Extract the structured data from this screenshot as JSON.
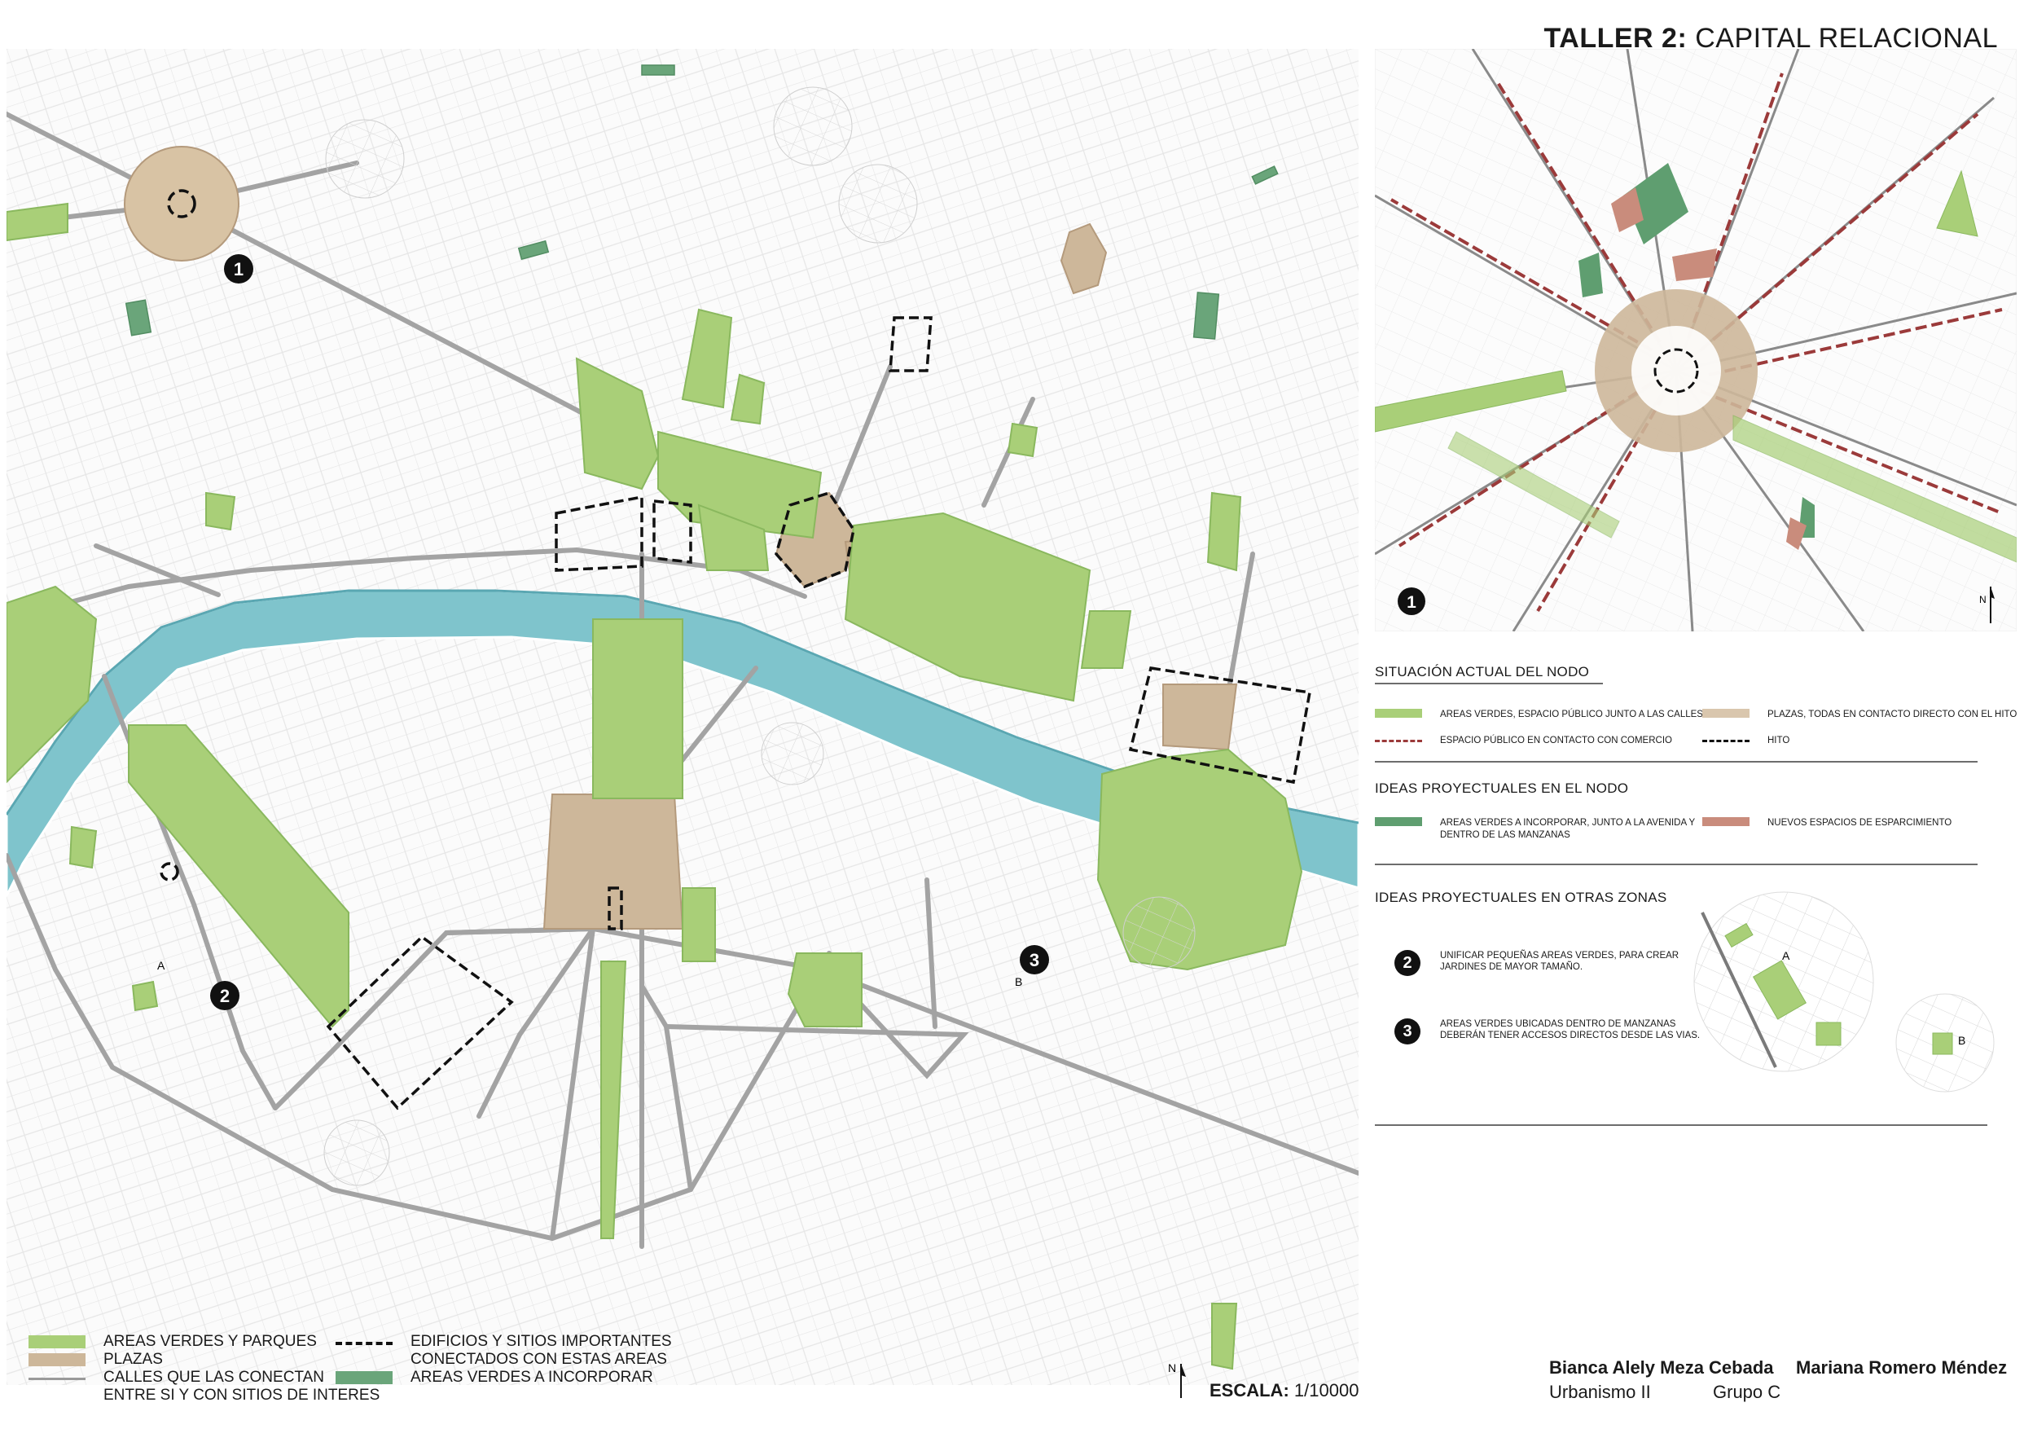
{
  "header": {
    "title_bold": "TALLER 2:",
    "title_regular": "CAPITAL RELACIONAL"
  },
  "map_markers": {
    "marker_1": "1",
    "marker_2": "2",
    "marker_3": "3",
    "label_a": "A",
    "label_b": "B",
    "north": "N"
  },
  "main_legend": {
    "items": [
      {
        "label": "AREAS VERDES Y PARQUES",
        "color": "#a9cf78"
      },
      {
        "label": "PLAZAS",
        "color": "#cdb79a"
      },
      {
        "label": "CALLES QUE LAS CONECTAN\nENTRE SI Y CON SITIOS DE INTERES",
        "color": "#9a9a9a"
      },
      {
        "label": "EDIFICIOS Y SITIOS IMPORTANTES\nCONECTADOS CON ESTAS AREAS",
        "color": "#111111"
      },
      {
        "label": "AREAS VERDES A INCORPORAR",
        "color": "#6aa57a"
      }
    ]
  },
  "scale": {
    "label_bold": "ESCALA:",
    "value": "1/10000"
  },
  "inset": {
    "marker": "1",
    "north": "N"
  },
  "panel": {
    "sections": [
      {
        "heading": "SITUACIÓN ACTUAL DEL NODO"
      },
      {
        "heading": "IDEAS PROYECTUALES EN EL NODO"
      },
      {
        "heading": "IDEAS PROYECTUALES EN OTRAS ZONAS"
      }
    ],
    "situacion_items": [
      {
        "label": "AREAS VERDES, ESPACIO PÚBLICO JUNTO A LAS CALLES",
        "color": "#a9cf78"
      },
      {
        "label": "PLAZAS, TODAS EN CONTACTO DIRECTO CON EL HITO",
        "color": "#d9c6ad"
      },
      {
        "label": "ESPACIO PÚBLICO EN CONTACTO CON COMERCIO",
        "color": "#9b3a3a"
      },
      {
        "label": "HITO",
        "color": "#111111"
      }
    ],
    "nodo_items": [
      {
        "label": "AREAS VERDES A INCORPORAR, JUNTO A LA AVENIDA Y\nDENTRO DE LAS MANZANAS",
        "color": "#5f9e70"
      },
      {
        "label": "NUEVOS ESPACIOS DE ESPARCIMIENTO",
        "color": "#c98c7c"
      }
    ],
    "otras_items": [
      {
        "number": "2",
        "label": "UNIFICAR PEQUEÑAS AREAS VERDES, PARA CREAR\nJARDINES DE MAYOR TAMAÑO."
      },
      {
        "number": "3",
        "label": "AREAS VERDES UBICADAS DENTRO DE MANZANAS\nDEBERÁN TENER ACCESOS DIRECTOS DESDE LAS VIAS."
      }
    ],
    "diagram_labels": {
      "a": "A",
      "b": "B"
    }
  },
  "authors": {
    "author1": "Bianca Alely Meza Cebada",
    "author2": "Mariana Romero Méndez",
    "course": "Urbanismo II",
    "group": "Grupo C"
  },
  "colors": {
    "green": "#a9cf78",
    "green_dark": "#84b55c",
    "plaza": "#cdb79a",
    "river": "#7fc4cc",
    "street": "#a3a3a3",
    "incorporate": "#6aa57a",
    "commerce": "#9b3a3a"
  }
}
